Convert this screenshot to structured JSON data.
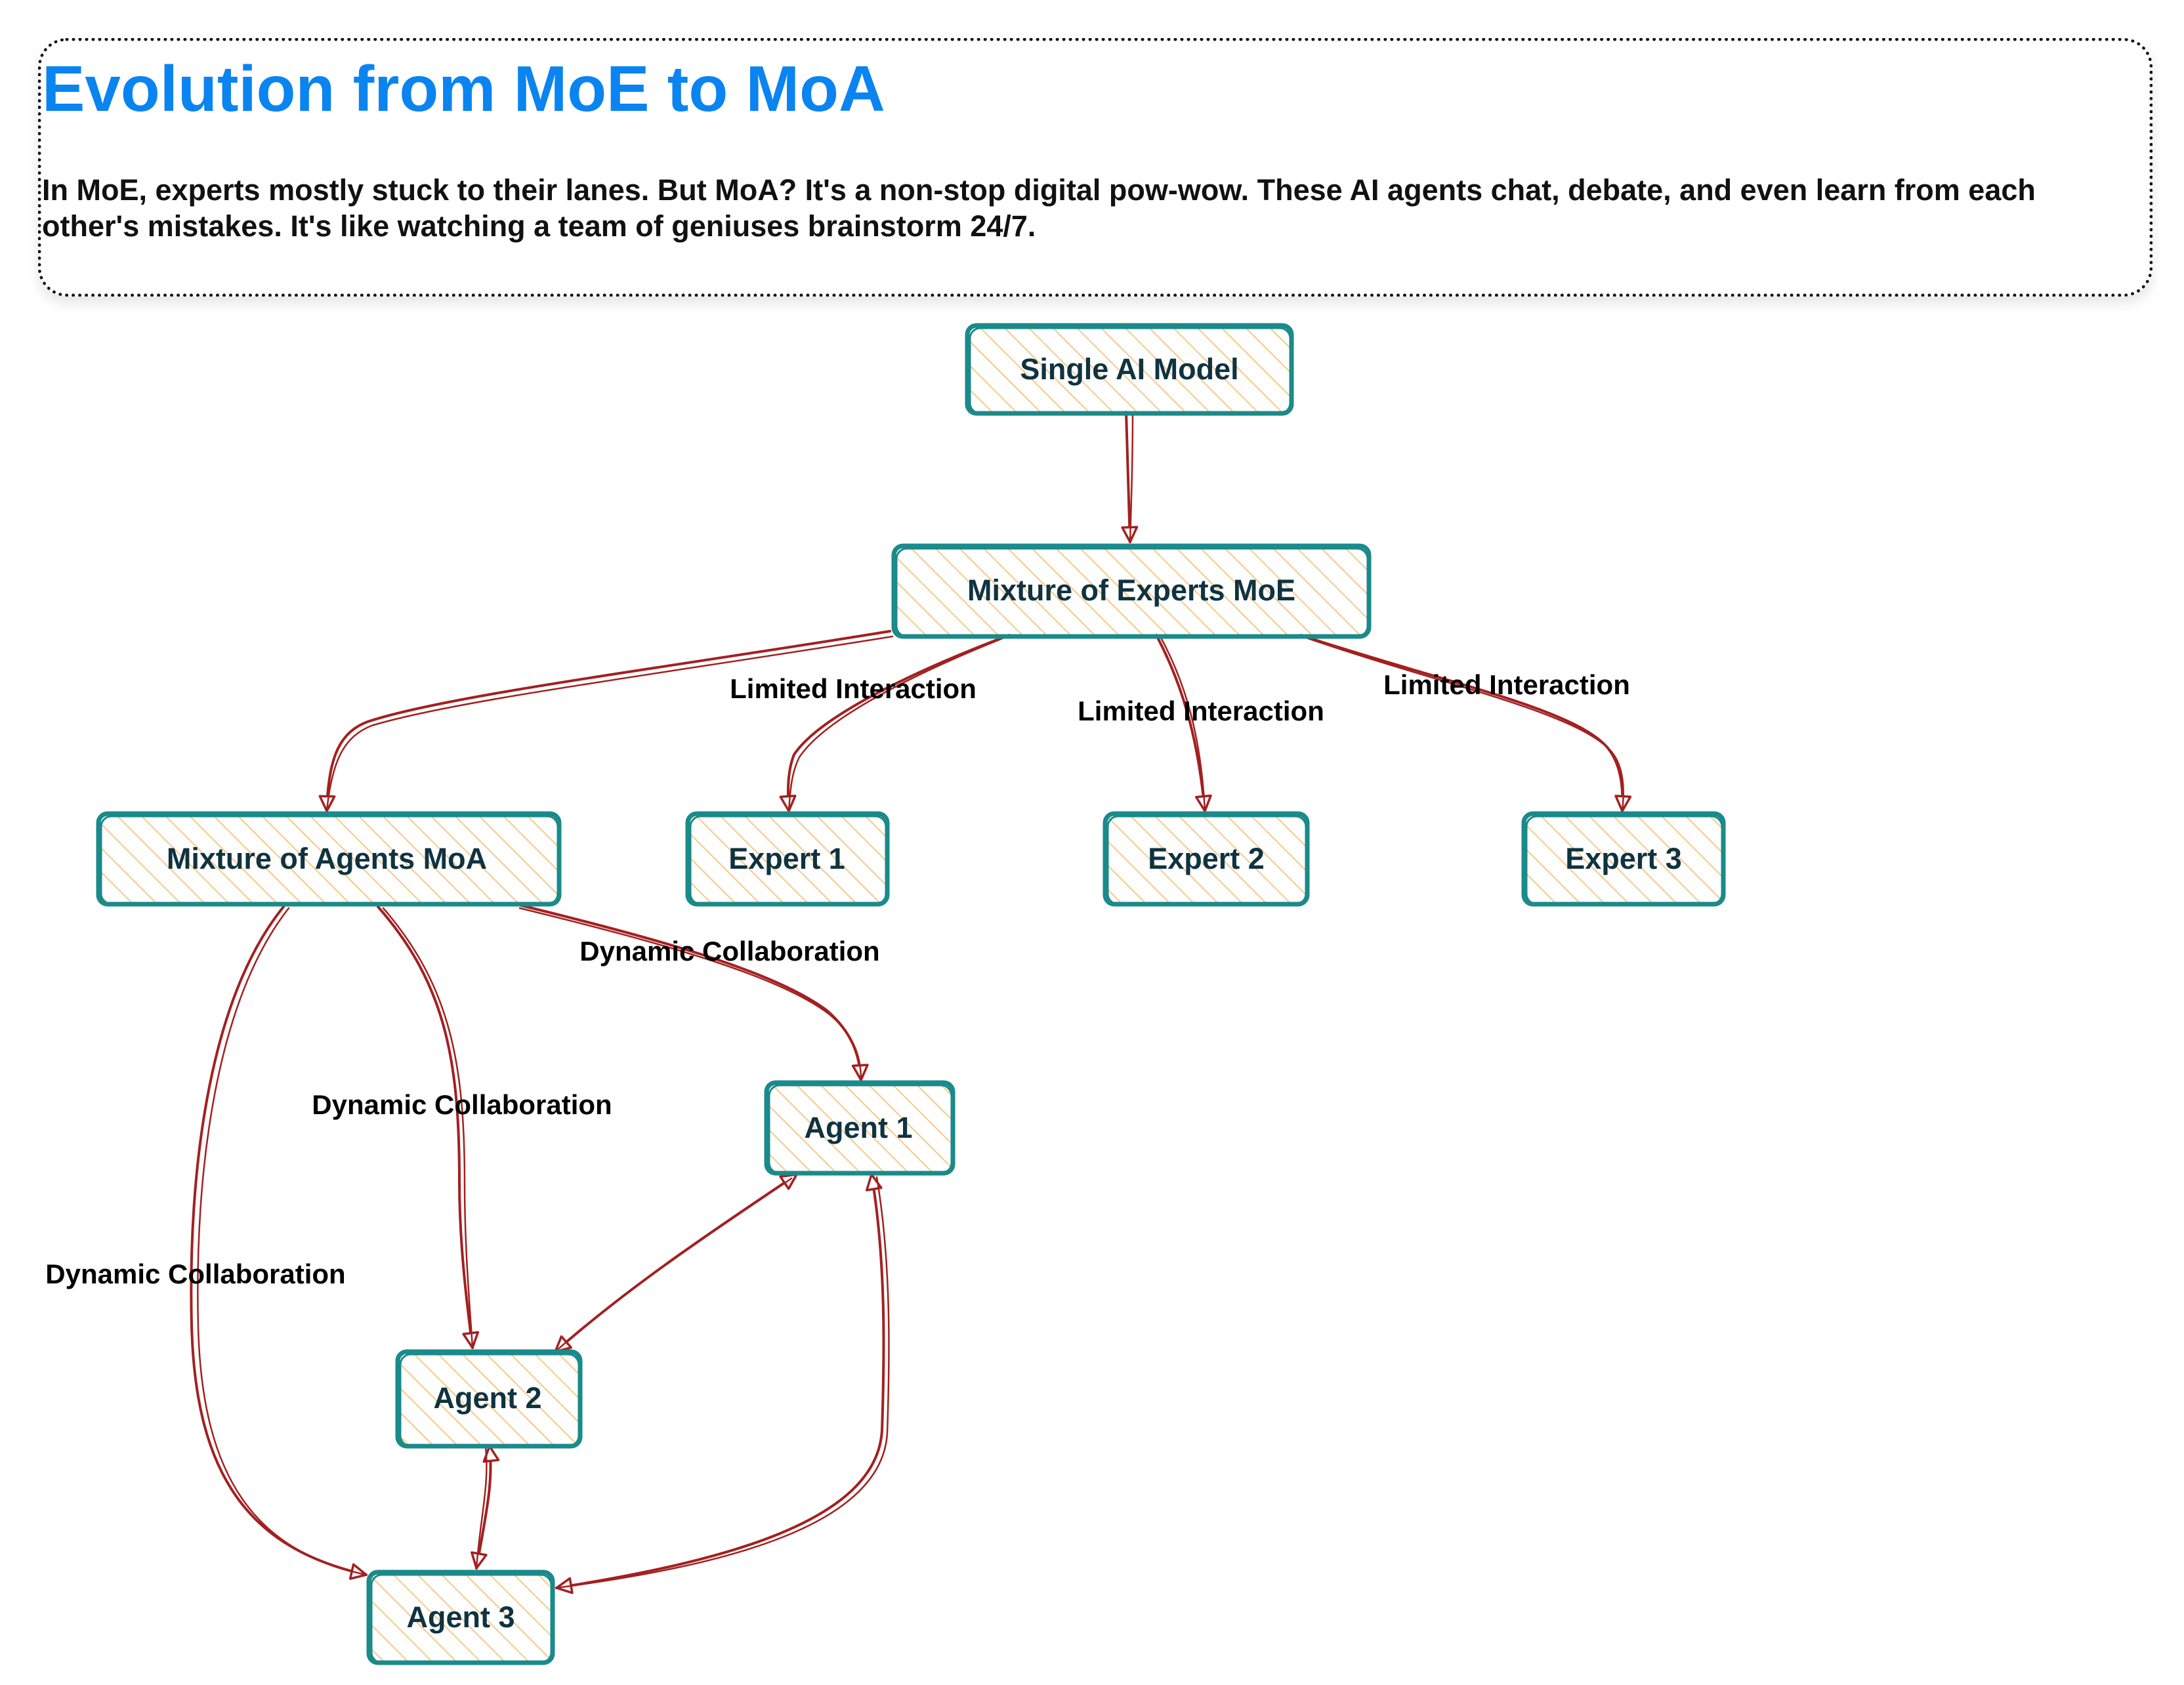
{
  "header": {
    "title": "Evolution from MoE to MoA",
    "description": "In MoE, experts mostly stuck to their lanes. But MoA? It's a non-stop digital pow-wow. These AI agents chat, debate, and even learn from each other's mistakes. It's like watching a team of geniuses brainstorm 24/7."
  },
  "colors": {
    "title": "#0a84f0",
    "node_border": "#1a8a8a",
    "node_hatch": "#f5c98a",
    "node_text": "#0f3340",
    "edge": "#a32020"
  },
  "nodes": {
    "single_model": "Single AI Model",
    "moe": "Mixture of Experts MoE",
    "moa": "Mixture of Agents MoA",
    "expert1": "Expert 1",
    "expert2": "Expert 2",
    "expert3": "Expert 3",
    "agent1": "Agent 1",
    "agent2": "Agent 2",
    "agent3": "Agent 3"
  },
  "edge_labels": {
    "moe_expert1": "Limited Interaction",
    "moe_expert2": "Limited Interaction",
    "moe_expert3": "Limited Interaction",
    "moa_agent1": "Dynamic Collaboration",
    "moa_agent2": "Dynamic Collaboration",
    "moa_agent3": "Dynamic Collaboration"
  }
}
